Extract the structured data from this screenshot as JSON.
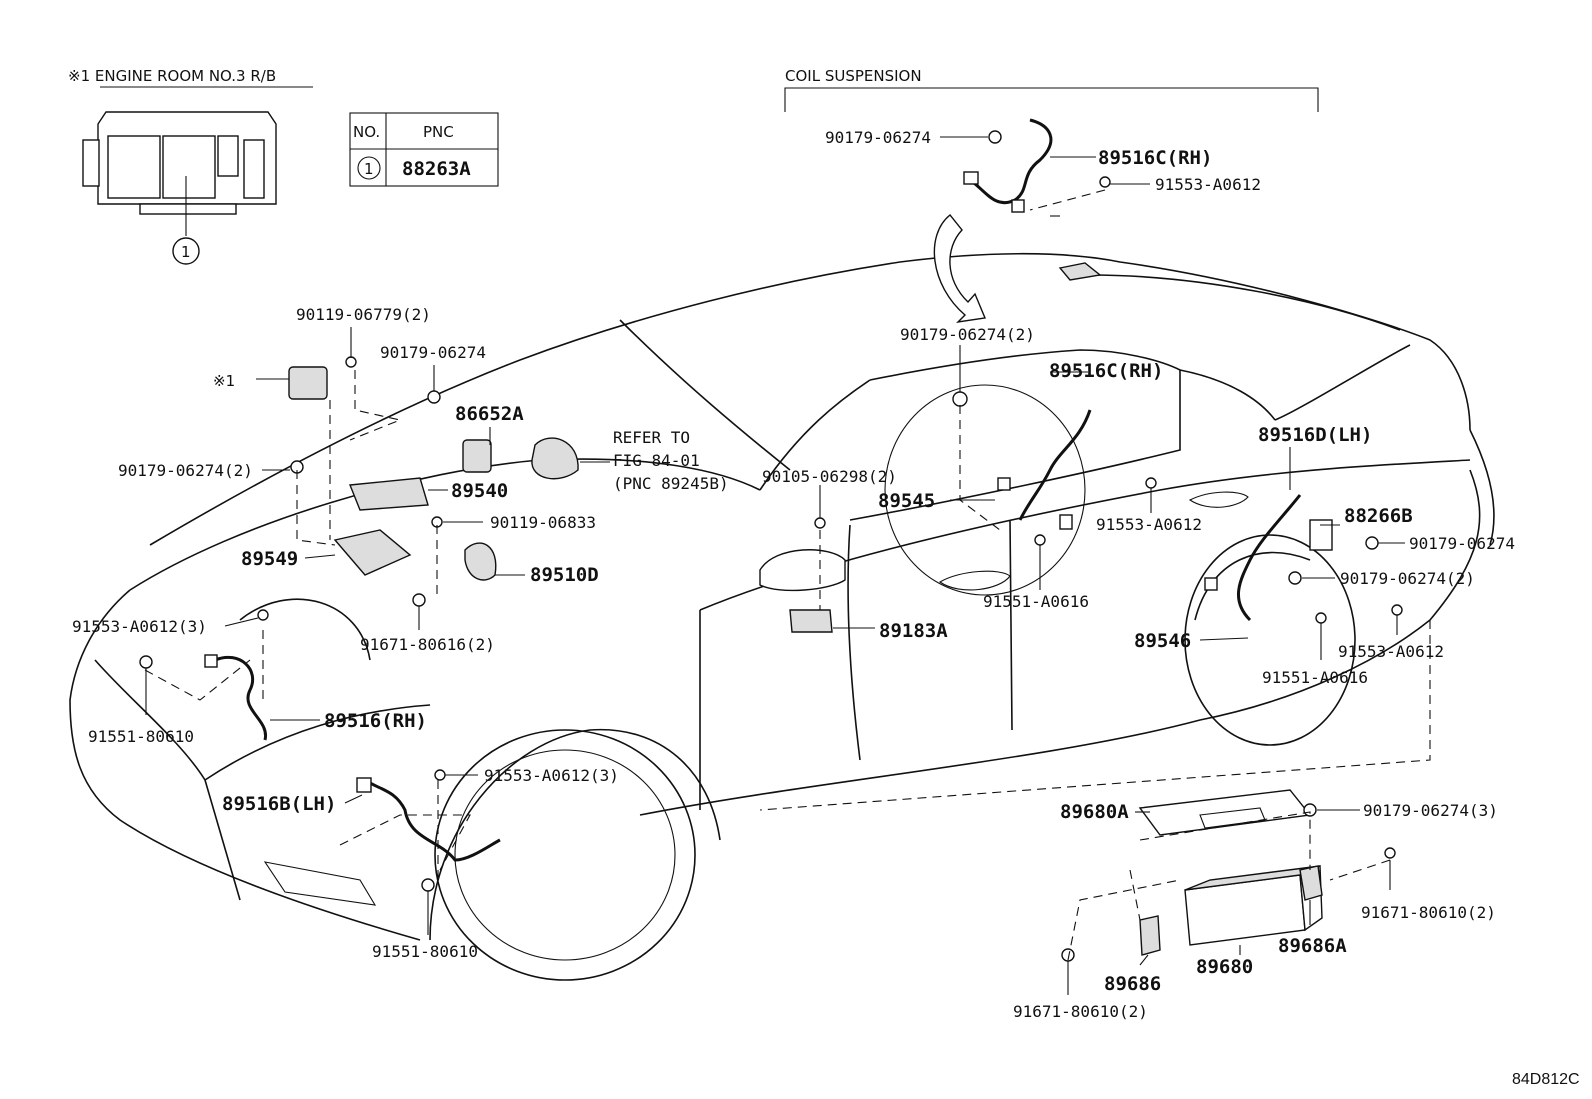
{
  "header": {
    "engine_room_note": "※1 ENGINE ROOM NO.3 R/B",
    "coil_suspension": "COIL SUSPENSION",
    "diagram_code": "84D812C"
  },
  "pnc_table": {
    "col_no": "NO.",
    "col_pnc": "PNC",
    "row_no": "1",
    "row_pnc": "88263A"
  },
  "callouts": {
    "relay_block_ref": "1",
    "star1": "※1"
  },
  "refer": {
    "line1": "REFER TO",
    "line2": "FIG 84-01",
    "line3": "(PNC 89245B)"
  },
  "parts": {
    "p90179_06274_top": "90179-06274",
    "p89516C_rh_top": "89516C(RH)",
    "p91553_A0612_top": "91553-A0612",
    "p90119_06779": "90119-06779(2)",
    "p90179_06274_a": "90179-06274",
    "p86652A": "86652A",
    "p90179_06274_2_left": "90179-06274(2)",
    "p89540": "89540",
    "p90119_06833": "90119-06833",
    "p89549": "89549",
    "p89510D": "89510D",
    "p91553_A0612_3_left": "91553-A0612(3)",
    "p91671_80616": "91671-80616(2)",
    "p91551_80610_left": "91551-80610",
    "p89516_rh": "89516(RH)",
    "p89516B_lh": "89516B(LH)",
    "p91553_A0612_3_mid": "91553-A0612(3)",
    "p91551_80610_bottom": "91551-80610",
    "p90179_06274_2_mid": "90179-06274(2)",
    "p89516C_rh_mid": "89516C(RH)",
    "p90105_06298": "90105-06298(2)",
    "p89545": "89545",
    "p91553_A0612_mid": "91553-A0612",
    "p91551_A0616_mid": "91551-A0616",
    "p89183A": "89183A",
    "p89516D_lh": "89516D(LH)",
    "p88266B": "88266B",
    "p90179_06274_right": "90179-06274",
    "p90179_06274_2_right": "90179-06274(2)",
    "p89546": "89546",
    "p91553_A0612_right": "91553-A0612",
    "p91551_A0616_right": "91551-A0616",
    "p89680A": "89680A",
    "p90179_06274_3": "90179-06274(3)",
    "p91671_80610_right": "91671-80610(2)",
    "p89686A": "89686A",
    "p89680": "89680",
    "p89686": "89686",
    "p91671_80610_bottom": "91671-80610(2)"
  }
}
